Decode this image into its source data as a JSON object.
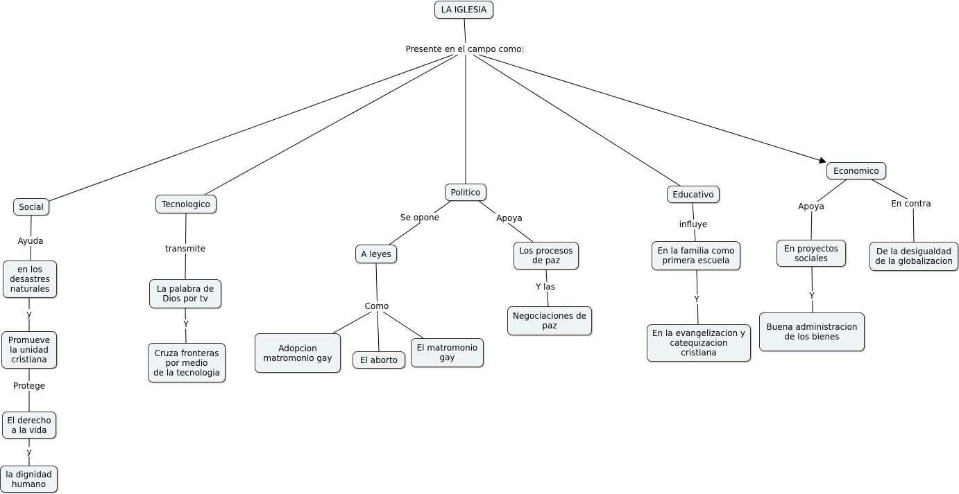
{
  "nodes": {
    "iglesia": "LA IGLESIA",
    "social": "Social",
    "tecnologico": "Tecnologico",
    "politico": "Politico",
    "educativo": "Educativo",
    "economico": "Economico",
    "desastres": "en los\ndesastres\nnaturales",
    "unidad": "Promueve\nla unidad\ncristiana",
    "derecho_vida": "El derecho\na la vida",
    "dignidad": "la dignidad\nhumano",
    "palabra": "La palabra de\nDios por tv",
    "fronteras": "Cruza fronteras\npor medio\nde la tecnologia",
    "leyes": "A leyes",
    "adopcion": "Adopcion\nmatromonio gay",
    "aborto": "El aborto",
    "matromonio": "El matromonio\ngay",
    "procesos_paz": "Los procesos\nde paz",
    "negociaciones": "Negociaciones de\npaz",
    "familia": "En la familia como\nprimera escuela",
    "evangelizacion": "En la evangelizacion y\ncatequizacion\ncristiana",
    "proyectos": "En proyectos\nsociales",
    "administracion": "Buena administracion\nde los bienes",
    "desigualdad": "De la desigualdad\nde la globalizacion"
  },
  "links": {
    "presente": "Presente en el campo como:",
    "ayuda": "Ayuda",
    "y1": "y",
    "protege": "Protege",
    "y2": "y",
    "transmite": "transmite",
    "y3": "Y",
    "se_opone": "Se opone",
    "como": "Como",
    "apoya1": "Apoya",
    "y_las": "Y las",
    "influye": "influye",
    "y4": "Y",
    "apoya2": "Apoya",
    "en_contra": "En contra",
    "y5": "Y"
  }
}
